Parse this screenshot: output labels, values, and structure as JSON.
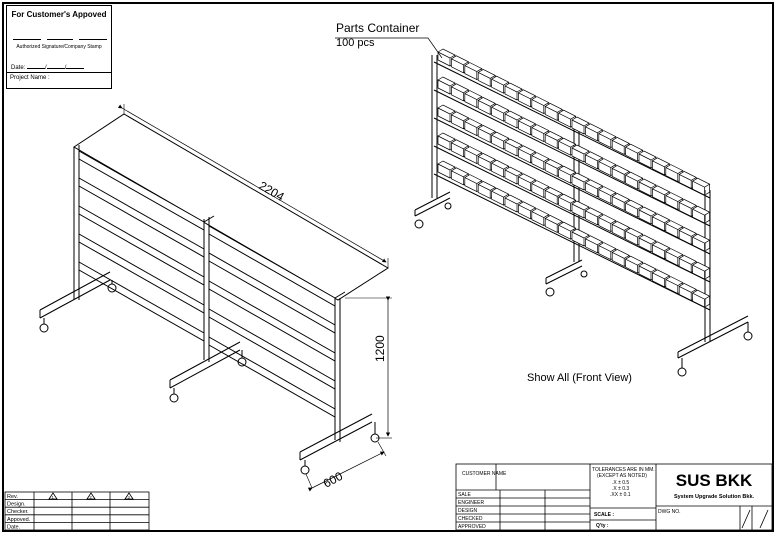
{
  "approval": {
    "title": "For Customer's Appoved",
    "signature_label": "Authorized Signature/Company Stamp",
    "date_label": "Date:",
    "project_label": "Project Name :"
  },
  "annotations": {
    "length_dim": "2204",
    "height_dim": "1200",
    "depth_dim": "600",
    "container_label": "Parts Container",
    "container_qty": "100 pcs",
    "view_label": "Show All (Front View)"
  },
  "revision_block": {
    "rows": [
      "Rev.",
      "Design.",
      "Checker.",
      "Appoved.",
      "Date."
    ],
    "symbols": [
      "1",
      "2",
      "3"
    ]
  },
  "title_block": {
    "customer_name": "CUSTOMER NAME",
    "roles": [
      "SALE",
      "ENGINEER",
      "DESIGN",
      "CHECKED",
      "APPROVED"
    ],
    "tolerance_title": "TOLERANCES ARE IN MM.",
    "tolerance_sub": "(EXCEPT AS NOTED)",
    "tolerances": [
      ".X  ± 0.5",
      ".X  ± 0.3",
      ".XX  ± 0.1"
    ],
    "scale_label": "SCALE :",
    "qty_label": "Q'ty :",
    "company": "SUS BKK",
    "company_sub": "System Upgrade Solution Bkk.",
    "dwg_label": "DWG NO."
  }
}
